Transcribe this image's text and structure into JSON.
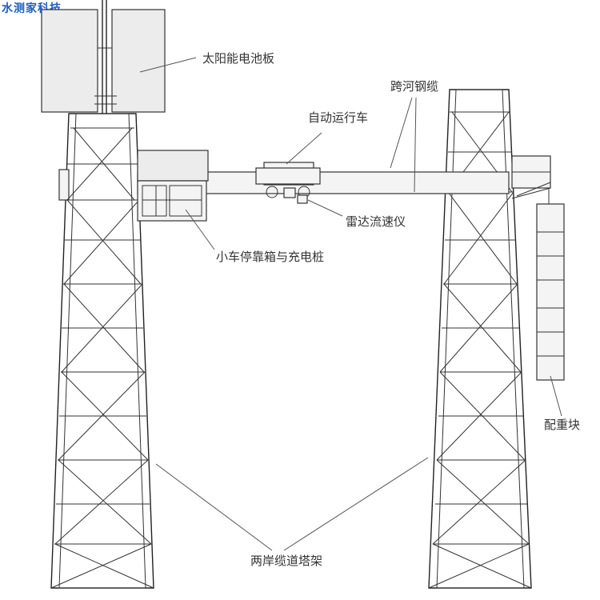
{
  "watermark": "水测家科技",
  "labels": {
    "solar_panel": "太阳能电池板",
    "cross_river_cable": "跨河钢缆",
    "auto_trolley": "自动运行车",
    "radar_meter": "雷达流速仪",
    "docking_box": "小车停靠箱与充电桩",
    "counterweight": "配重块",
    "towers": "两岸缆道塔架"
  }
}
